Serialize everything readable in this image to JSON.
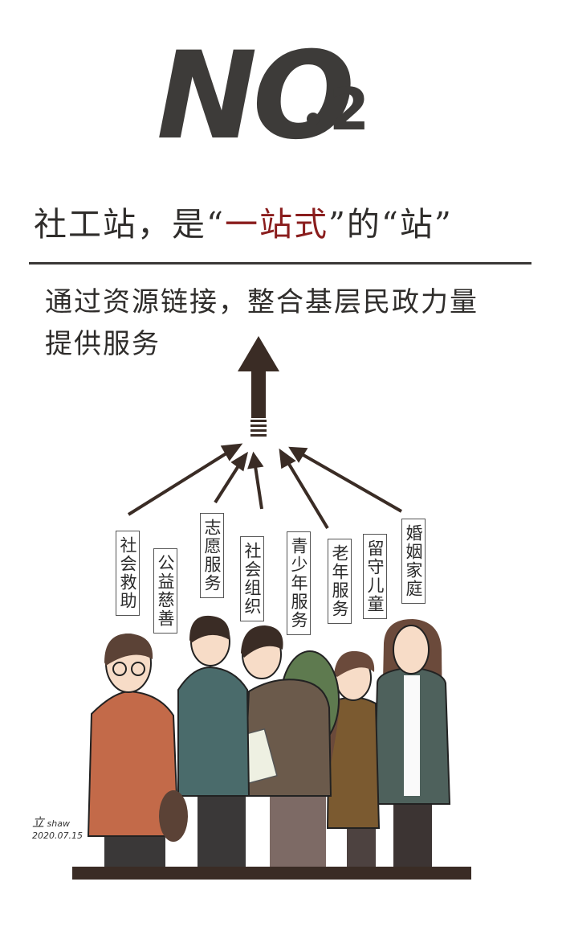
{
  "title": {
    "no": "NO",
    "num": "2"
  },
  "headline": {
    "part1": "社工站，是“",
    "emphasis": "一站式",
    "part2": "”的“站”"
  },
  "subtitle": {
    "line1": "通过资源链接，整合基层民政力量",
    "line2": "提供服务"
  },
  "tags": [
    {
      "label": "社会救助"
    },
    {
      "label": "公益慈善"
    },
    {
      "label": "志愿服务"
    },
    {
      "label": "社会组织"
    },
    {
      "label": "青少年服务"
    },
    {
      "label": "老年服务"
    },
    {
      "label": "留守儿童"
    },
    {
      "label": "婚姻家庭"
    }
  ],
  "signature": {
    "name": "shaw",
    "mark": "立",
    "date": "2020.07.15"
  },
  "colors": {
    "ink": "#3d3b39",
    "emphasis": "#8a1d1d",
    "ground": "#3a2c25"
  }
}
